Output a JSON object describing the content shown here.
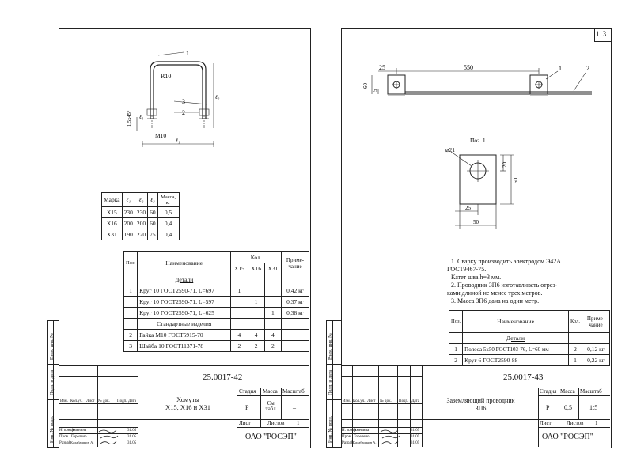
{
  "left": {
    "drawing": {
      "callouts": [
        "1",
        "2",
        "3"
      ],
      "radius": "R10",
      "chamfer": "1,5x45°",
      "thread": "M10",
      "dims": [
        "ℓ₁",
        "ℓ₂",
        "ℓ₃"
      ]
    },
    "marks_table": {
      "headers": [
        "Марка",
        "ℓ₁",
        "ℓ₂",
        "ℓ₃",
        "Масса, кг"
      ],
      "rows": [
        [
          "Х15",
          "230",
          "230",
          "60",
          "0,5"
        ],
        [
          "Х16",
          "200",
          "200",
          "60",
          "0,4"
        ],
        [
          "Х31",
          "190",
          "220",
          "75",
          "0,4"
        ]
      ]
    },
    "spec": {
      "h_pos": "Поз.",
      "h_name": "Наименование",
      "h_qty": "Кол.",
      "h_note": "Приме-чание",
      "cols": [
        "Х15",
        "Х16",
        "Х31"
      ],
      "section1": "Детали",
      "section2": "Стандартные изделия",
      "rows": [
        {
          "pos": "1",
          "name": "Круг 10 ГОСТ2590-71, L=697",
          "q1": "1",
          "q2": "",
          "q3": "",
          "note": "0,42 кг"
        },
        {
          "pos": "",
          "name": "Круг 10 ГОСТ2590-71, L=597",
          "q1": "",
          "q2": "1",
          "q3": "",
          "note": "0,37 кг"
        },
        {
          "pos": "",
          "name": "Круг 10 ГОСТ2590-71, L=625",
          "q1": "",
          "q2": "",
          "q3": "1",
          "note": "0,38 кг"
        },
        {
          "pos": "2",
          "name": "Гайка М10 ГОСТ5915-70",
          "q1": "4",
          "q2": "4",
          "q3": "4",
          "note": ""
        },
        {
          "pos": "3",
          "name": "Шайба 10 ГОСТ11371-78",
          "q1": "2",
          "q2": "2",
          "q3": "2",
          "note": ""
        }
      ]
    },
    "title_block": {
      "code": "25.0017-42",
      "name": "Хомуты\nХ15, Х16 и Х31",
      "stage_h": "Стадия",
      "mass_h": "Масса",
      "scale_h": "Масштаб",
      "stage": "Р",
      "mass": "См. табл.",
      "scale": "–",
      "sheet_h": "Лист",
      "sheets_h": "Листов",
      "sheets": "1",
      "org": "ОАО \"РОСЭП\"",
      "cols": [
        "Изм.",
        "Кол.уч.",
        "Лист",
        "№ док.",
        "Подп.",
        "Дата"
      ],
      "people": [
        [
          "Н. контр.",
          "Аменина",
          "31.05"
        ],
        [
          "Пров.",
          "Горелено",
          "31.05"
        ],
        [
          "Разраб.",
          "Калабашкин А.",
          "31.05"
        ]
      ],
      "side": [
        "Взам. инв. №",
        "Подп. и дата",
        "Инв. № подл."
      ]
    }
  },
  "right": {
    "page_num": "113",
    "drawing": {
      "d25": "25",
      "d550": "550",
      "d60": "60",
      "d5": "5",
      "callouts": [
        "1",
        "2"
      ],
      "pos_label": "Поз. 1",
      "dia": "⌀21",
      "d20": "20",
      "d60b": "60",
      "d25b": "25",
      "d50": "50"
    },
    "notes": [
      "1. Сварку производить электродом Э42А",
      "ГОСТ9467-75.",
      "Катет шва h=3 мм.",
      "2. Проводник ЗП6 изготавливать отрез-",
      "ками длиной не менее трех метров.",
      "3. Масса ЗП6 дана на один метр."
    ],
    "spec": {
      "h_pos": "Поз.",
      "h_name": "Наименование",
      "h_qty": "Кол.",
      "h_note": "Приме-чание",
      "section": "Детали",
      "rows": [
        {
          "pos": "1",
          "name": "Полоса 5х50 ГОСТ103-76, L=60 мм",
          "q": "2",
          "note": "0,12 кг"
        },
        {
          "pos": "2",
          "name": "Круг 6 ГОСТ2590-88",
          "q": "1",
          "note": "0,22 кг"
        }
      ]
    },
    "title_block": {
      "code": "25.0017-43",
      "name": "Заземляющий проводник\nЗП6",
      "stage_h": "Стадия",
      "mass_h": "Масса",
      "scale_h": "Масштаб",
      "stage": "Р",
      "mass": "0,5",
      "scale": "1:5",
      "sheet_h": "Лист",
      "sheets_h": "Листов",
      "sheets": "1",
      "org": "ОАО \"РОСЭП\"",
      "cols": [
        "Изм.",
        "Кол.уч.",
        "Лист",
        "№ док.",
        "Подп.",
        "Дата"
      ],
      "people": [
        [
          "Н. контр.",
          "Аменина",
          "31.05"
        ],
        [
          "Пров.",
          "Горелено",
          "31.05"
        ],
        [
          "Разраб.",
          "Калабашкин А.",
          "31.05"
        ]
      ],
      "side": [
        "Взам. инв. №",
        "Подп. и дата",
        "Инв. № подл."
      ]
    }
  }
}
